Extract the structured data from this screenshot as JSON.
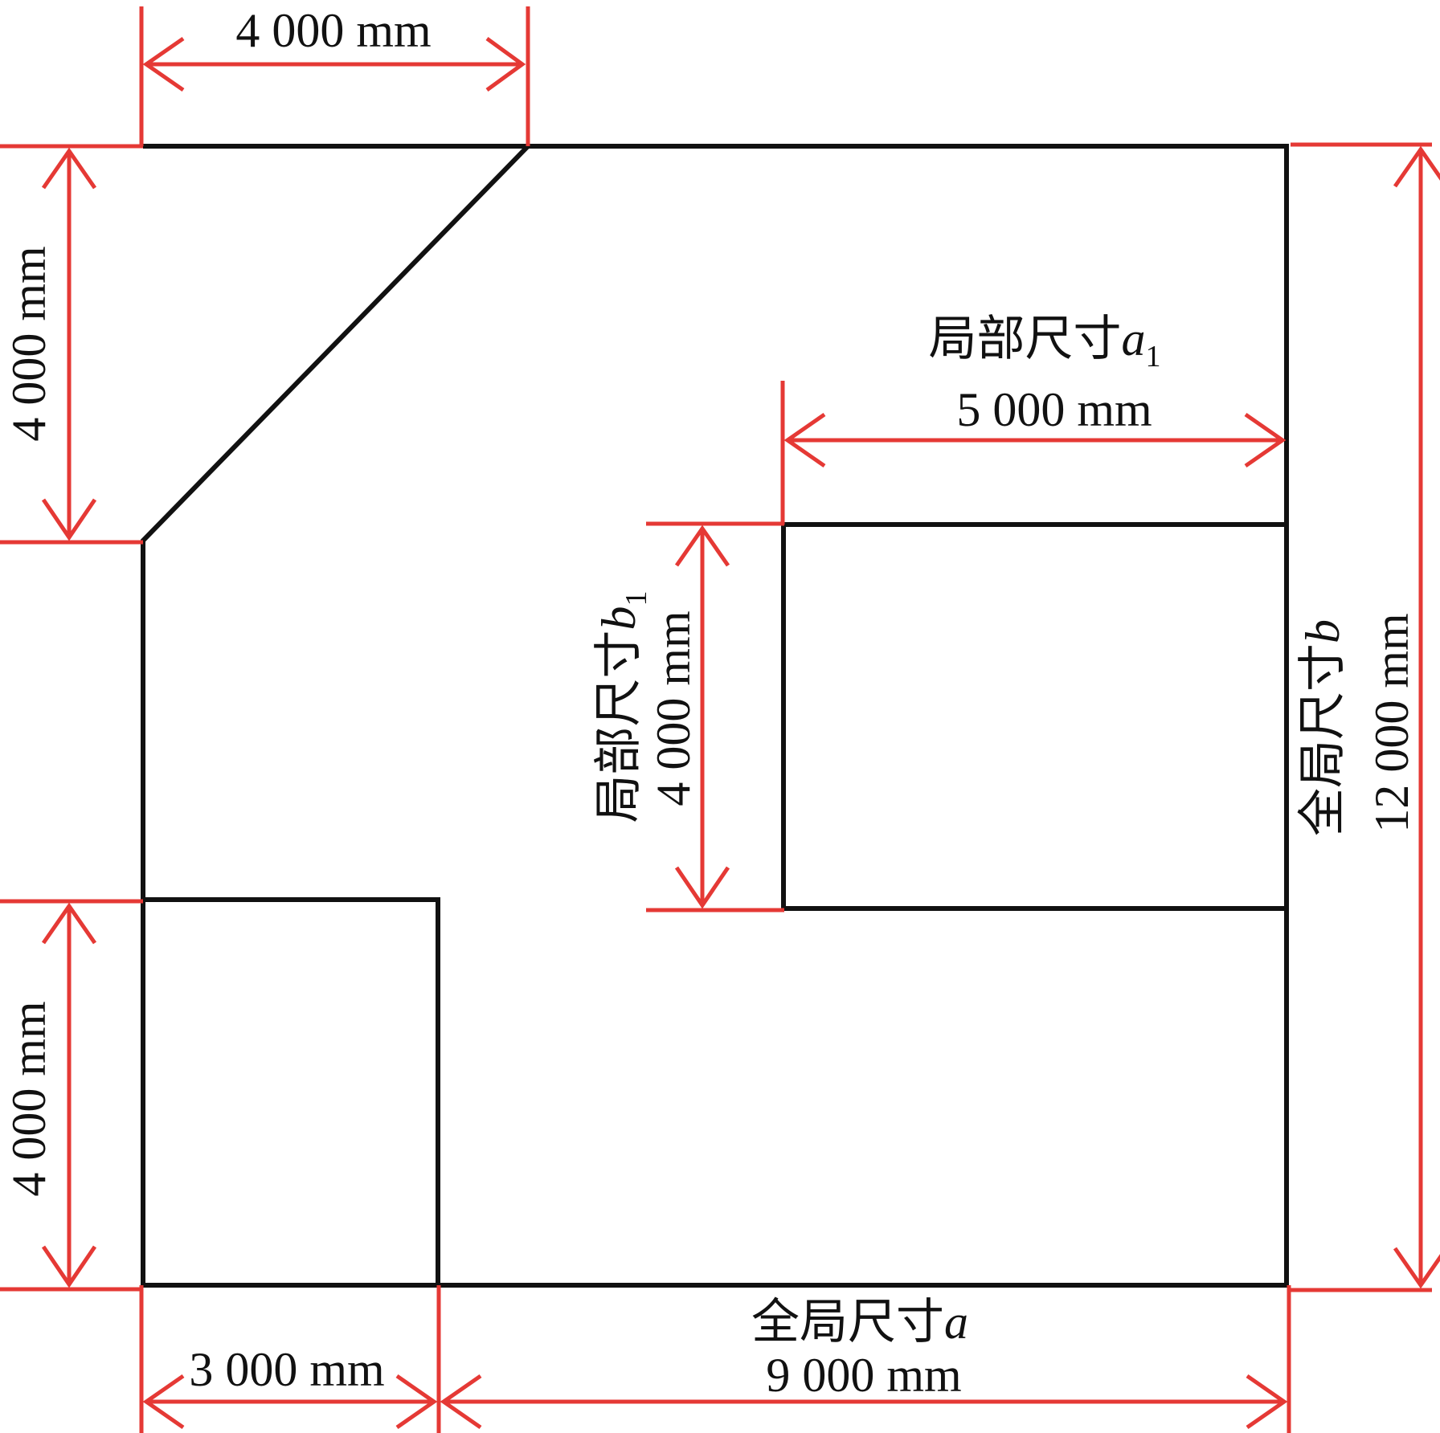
{
  "colors": {
    "outline": "#111111",
    "dimension": "#e53935",
    "background": "#ffffff"
  },
  "labels": {
    "top_width": "4 000 mm",
    "left_top_height": "4 000 mm",
    "left_bottom_height": "4 000 mm",
    "bottom_left_width": "3 000 mm",
    "global_a_title": "全局尺寸",
    "global_a_symbol": "a",
    "global_a_value": "9 000 mm",
    "global_b_title": "全局尺寸",
    "global_b_symbol": "b",
    "global_b_value": "12 000 mm",
    "local_a1_title": "局部尺寸",
    "local_a1_symbol": "a",
    "local_a1_sub": "1",
    "local_a1_value": "5 000 mm",
    "local_b1_title": "局部尺寸",
    "local_b1_symbol": "b",
    "local_b1_sub": "1",
    "local_b1_value": "4 000 mm"
  }
}
